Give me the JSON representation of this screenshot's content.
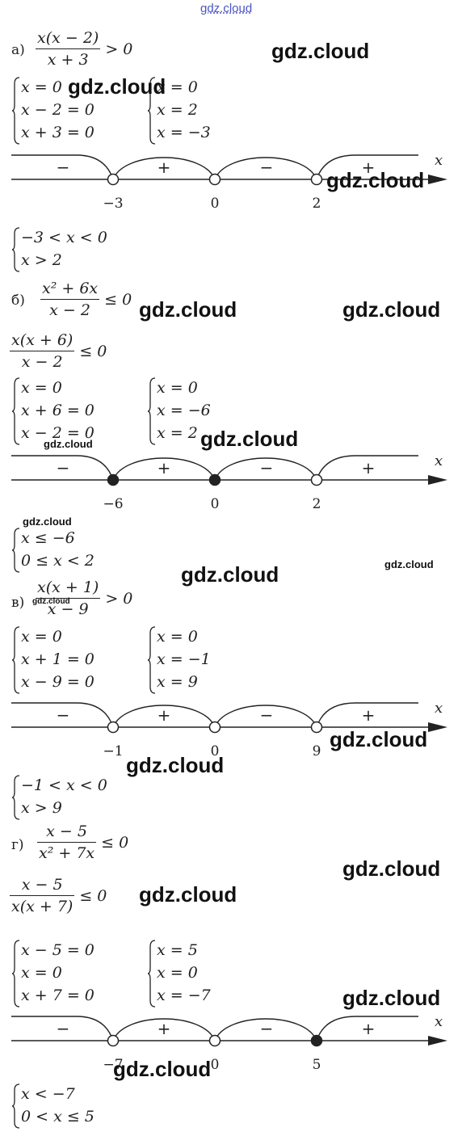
{
  "watermark_text": "gdz.cloud",
  "parts": [
    {
      "label": "а)",
      "inequality": {
        "num": "x(x − 2)",
        "den": "x + 3",
        "rel": "> 0"
      },
      "system_left": [
        "x = 0",
        "x − 2 = 0",
        "x + 3 = 0"
      ],
      "system_right": [
        "x = 0",
        "x = 2",
        "x = −3"
      ],
      "axis": {
        "var": "x",
        "points": [
          {
            "label": "−3",
            "filled": false
          },
          {
            "label": "0",
            "filled": false
          },
          {
            "label": "2",
            "filled": false
          }
        ],
        "signs": [
          "−",
          "+",
          "−",
          "+"
        ]
      },
      "answer": [
        "−3 < x < 0",
        "x > 2"
      ]
    },
    {
      "label": "б)",
      "inequality": {
        "num": "x² + 6x",
        "den": "x − 2",
        "rel": "≤ 0"
      },
      "inequality2": {
        "num": "x(x + 6)",
        "den": "x − 2",
        "rel": "≤ 0"
      },
      "system_left": [
        "x = 0",
        "x + 6 = 0",
        "x − 2 = 0"
      ],
      "system_right": [
        "x = 0",
        "x = −6",
        "x = 2"
      ],
      "axis": {
        "var": "x",
        "points": [
          {
            "label": "−6",
            "filled": true
          },
          {
            "label": "0",
            "filled": true
          },
          {
            "label": "2",
            "filled": false
          }
        ],
        "signs": [
          "−",
          "+",
          "−",
          "+"
        ]
      },
      "answer": [
        "x ≤ −6",
        "0 ≤ x < 2"
      ]
    },
    {
      "label": "в)",
      "inequality": {
        "num": "x(x + 1)",
        "den": "x − 9",
        "rel": "> 0"
      },
      "system_left": [
        "x = 0",
        "x + 1 = 0",
        "x − 9 = 0"
      ],
      "system_right": [
        "x = 0",
        "x = −1",
        "x = 9"
      ],
      "axis": {
        "var": "x",
        "points": [
          {
            "label": "−1",
            "filled": false
          },
          {
            "label": "0",
            "filled": false
          },
          {
            "label": "9",
            "filled": false
          }
        ],
        "signs": [
          "−",
          "+",
          "−",
          "+"
        ]
      },
      "answer": [
        "−1 < x < 0",
        "x > 9"
      ]
    },
    {
      "label": "г)",
      "inequality": {
        "num": "x − 5",
        "den": "x² + 7x",
        "rel": "≤ 0"
      },
      "inequality2": {
        "num": "x − 5",
        "den": "x(x + 7)",
        "rel": "≤ 0"
      },
      "system_left": [
        "x − 5 = 0",
        "x = 0",
        "x + 7 = 0"
      ],
      "system_right": [
        "x = 5",
        "x = 0",
        "x = −7"
      ],
      "axis": {
        "var": "x",
        "points": [
          {
            "label": "−7",
            "filled": false
          },
          {
            "label": "0",
            "filled": false
          },
          {
            "label": "5",
            "filled": true
          }
        ],
        "signs": [
          "−",
          "+",
          "−",
          "+"
        ]
      },
      "answer": [
        "x < −7",
        "0 < x ≤ 5"
      ]
    }
  ]
}
